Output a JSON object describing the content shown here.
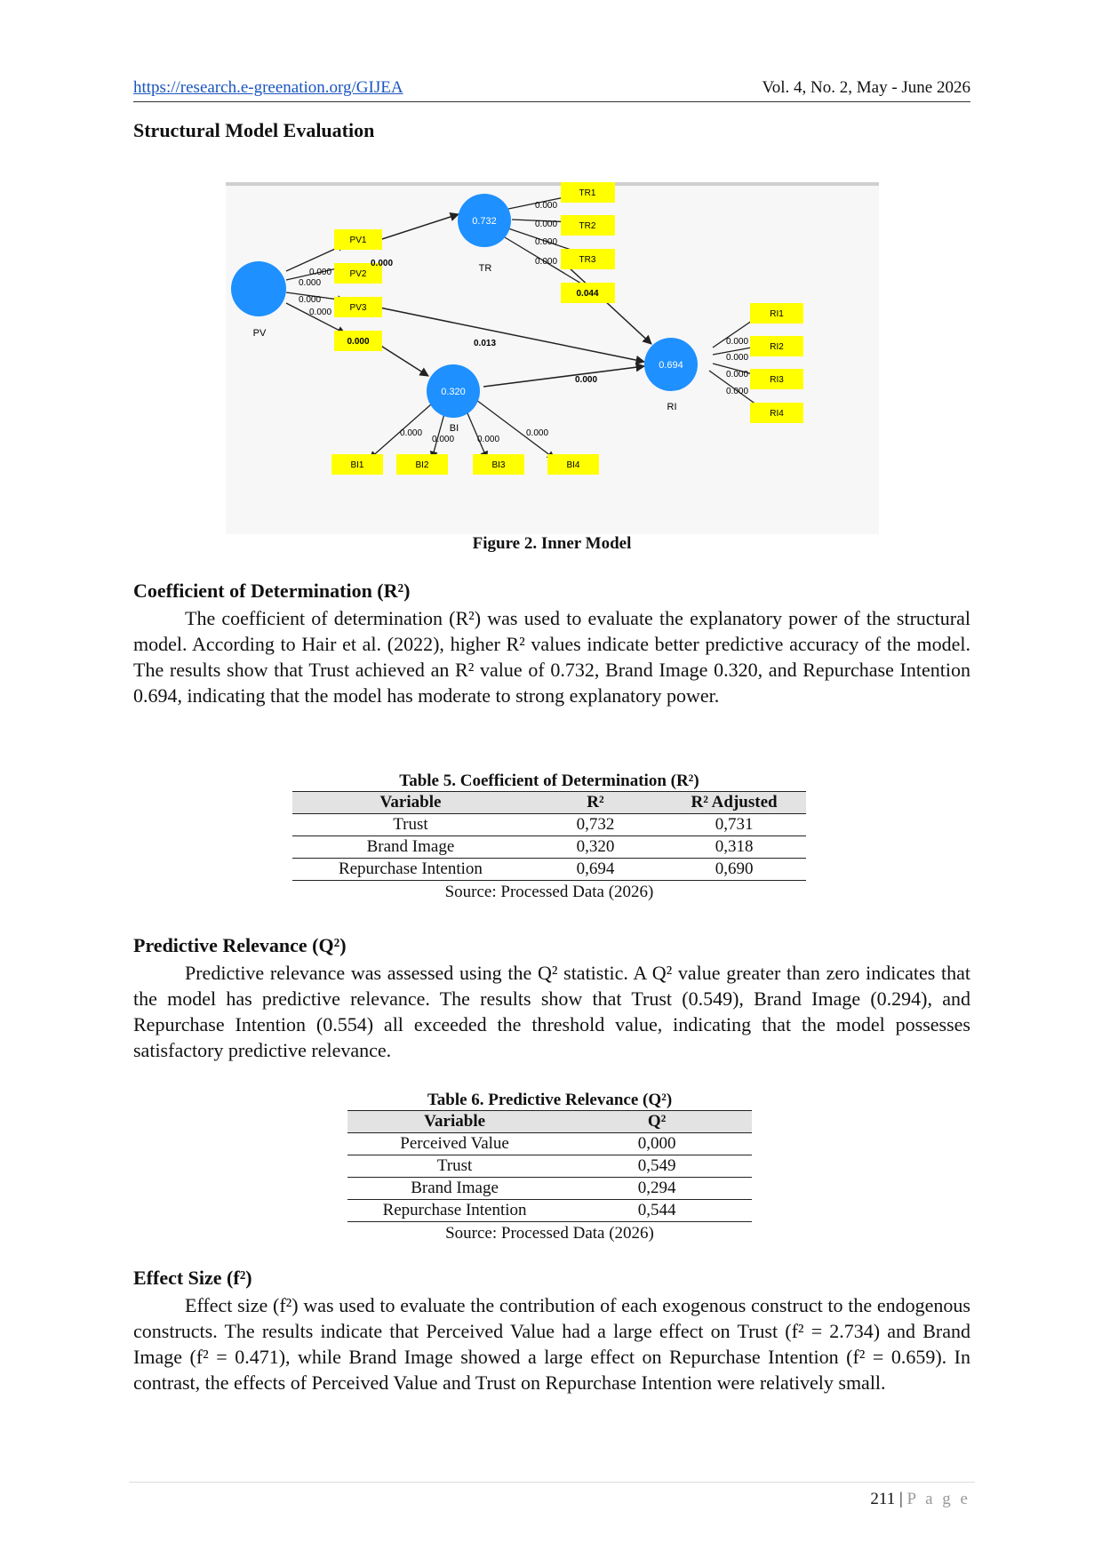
{
  "header": {
    "url": "https://research.e-greenation.org/GIJEA",
    "volume": "Vol. 4, No. 2, May - June 2026"
  },
  "section_structural": "Structural Model Evaluation",
  "figure": {
    "caption": "Figure 2. Inner Model",
    "constructs": {
      "PV": "PV",
      "TR": "TR",
      "BI": "BI",
      "RI": "RI"
    },
    "r2_values": {
      "TR": "0.732",
      "BI": "0.320",
      "RI": "0.694"
    },
    "indicators": {
      "PV": [
        "PV1",
        "PV2",
        "PV3"
      ],
      "TR": [
        "TR1",
        "TR2",
        "TR3"
      ],
      "RI": [
        "RI1",
        "RI2",
        "RI3",
        "RI4"
      ],
      "BI": [
        "BI1",
        "BI2",
        "BI3",
        "BI4"
      ]
    },
    "pv_loadings": [
      "0.000",
      "0.000",
      "0.000",
      "0.000"
    ],
    "tr_loadings": [
      "0.000",
      "0.000",
      "0.000",
      "0.000"
    ],
    "ri_loadings": [
      "0.000",
      "0.000",
      "0.000",
      "0.000"
    ],
    "bi_loadings": [
      "0.000",
      "0.000",
      "0.000",
      "0.000"
    ],
    "path_pv_tr": "0.000",
    "path_pv_bi": "0.000",
    "path_pv_ri": "0.013",
    "path_tr_ri": "0.044",
    "path_bi_ri": "0.000"
  },
  "section_r2": {
    "title": "Coefficient of Determination (R²)",
    "paragraph": "The coefficient of determination (R²) was used to evaluate the explanatory power of the structural model. According to Hair et al. (2022), higher R² values indicate better predictive accuracy of the model. The results show that Trust achieved an R² value of 0.732, Brand Image 0.320, and Repurchase Intention 0.694, indicating that the model has moderate to strong explanatory power."
  },
  "table5": {
    "caption": "Table 5. Coefficient of Determination (R²)",
    "headers": [
      "Variable",
      "R²",
      "R² Adjusted"
    ],
    "rows": [
      [
        "Trust",
        "0,732",
        "0,731"
      ],
      [
        "Brand Image",
        "0,320",
        "0,318"
      ],
      [
        "Repurchase Intention",
        "0,694",
        "0,690"
      ]
    ],
    "source": "Source: Processed Data (2026)"
  },
  "section_q2": {
    "title": "Predictive Relevance (Q²)",
    "paragraph": "Predictive relevance was assessed using the Q² statistic. A Q² value greater than zero indicates that the model has predictive relevance. The results show that Trust (0.549), Brand Image (0.294), and Repurchase Intention (0.554) all exceeded the threshold value, indicating that the model possesses satisfactory predictive relevance."
  },
  "table6": {
    "caption": "Table 6. Predictive Relevance (Q²)",
    "headers": [
      "Variable",
      "Q²"
    ],
    "rows": [
      [
        "Perceived Value",
        "0,000"
      ],
      [
        "Trust",
        "0,549"
      ],
      [
        "Brand Image",
        "0,294"
      ],
      [
        "Repurchase Intention",
        "0,544"
      ]
    ],
    "source": "Source: Processed Data (2026)"
  },
  "section_f2": {
    "title": "Effect Size (f²)",
    "paragraph": "Effect size (f²) was used to evaluate the contribution of each exogenous construct to the endogenous constructs. The results indicate that Perceived Value had a large effect on Trust (f² = 2.734) and Brand Image (f² = 0.471), while Brand Image showed a large effect on Repurchase Intention (f² = 0.659). In contrast, the effects of Perceived Value and Trust on Repurchase Intention were relatively small."
  },
  "footer": {
    "page_number": "211",
    "page_label": "P a g e"
  },
  "colors": {
    "construct": "#1e90ff",
    "indicator": "#ffff00",
    "link": "#1a55c0"
  }
}
